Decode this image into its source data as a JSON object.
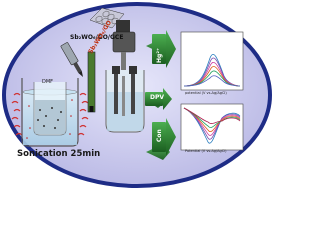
{
  "labels": {
    "sonication": "Sonication 25min",
    "electrode": "Sb₂WO₆/GO/GCE",
    "ink": "Sb₂WO₆/GO",
    "solvent": "DMF",
    "hg": "Hg²⁺",
    "dpv": "DPV",
    "con": "Con",
    "x_axis_top": "potential (V vs.Ag/AgCl)",
    "x_axis_bottom": "Potential (V vs.Ag/AgCl)"
  },
  "colors": {
    "ellipse": "#c9c8ec",
    "ellipse_border": "#1e2c86",
    "arrow": "#2e7d32",
    "curves": [
      "#2b7fbf",
      "#7a4bb0",
      "#d040a0",
      "#e06020",
      "#20a060",
      "#5060c0",
      "#b02050",
      "#208090"
    ]
  },
  "icons": [
    "beaker-icon",
    "glassy-carbon-electrode-icon",
    "dropper-icon",
    "graphene-sheet-icon",
    "electrochemical-cell-icon",
    "arrow-icon",
    "voltammogram-plot-icon"
  ]
}
